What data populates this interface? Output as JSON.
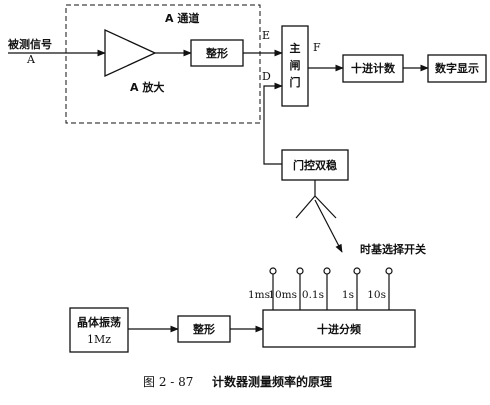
{
  "input": {
    "line1": "被测信号",
    "line2": "A"
  },
  "channel": {
    "title": "A 通道",
    "amp_label": "A 放大"
  },
  "blocks": {
    "shaper_top": "整形",
    "gate_l1": "主",
    "gate_l2": "闸",
    "gate_l3": "门",
    "decimal_counter": "十进计数",
    "digital_display": "数字显示",
    "bistable": "门控双稳",
    "crystal_l1": "晶体振荡",
    "crystal_l2": "1Mz",
    "shaper_bottom": "整形",
    "divider": "十进分频"
  },
  "signals": {
    "e": "E",
    "d": "D",
    "f": "F"
  },
  "timebase": {
    "title": "时基选择开关",
    "taps": [
      "1ms",
      "10ms",
      "0.1s",
      "1s",
      "10s"
    ]
  },
  "caption": {
    "figure": "图 2 - 87",
    "text": "计数器测量频率的原理"
  }
}
